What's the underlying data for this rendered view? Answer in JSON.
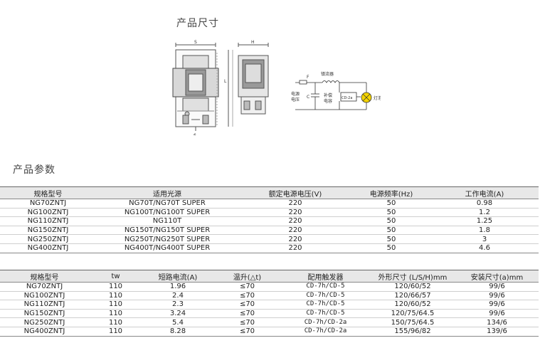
{
  "section1_title": "产品尺寸",
  "section2_title": "产品参数",
  "diagram": {
    "dim_s": "S",
    "dim_h": "H",
    "dim_l": "L",
    "dim_6": "6",
    "label_f": "F",
    "label_ballast": "镇流器",
    "label_voltage_1": "电源",
    "label_voltage_2": "电压",
    "label_c": "C",
    "label_cap_1": "补偿",
    "label_cap_2": "电容",
    "label_ignitor": "CD-2a",
    "label_lamp": "灯泡"
  },
  "table1": {
    "headers": [
      "规格型号",
      "适用光源",
      "额定电源电压(V)",
      "电源频率(Hz)",
      "工作电流(A)"
    ],
    "rows": [
      [
        "NG70ZNTJ",
        "NG70T/NG70T SUPER",
        "220",
        "50",
        "0.98"
      ],
      [
        "NG100ZNTJ",
        "NG100T/NG100T SUPER",
        "220",
        "50",
        "1.2"
      ],
      [
        "NG110ZNTJ",
        "NG110T",
        "220",
        "50",
        "1.25"
      ],
      [
        "NG150ZNTJ",
        "NG150T/NG150T SUPER",
        "220",
        "50",
        "1.8"
      ],
      [
        "NG250ZNTJ",
        "NG250T/NG250T SUPER",
        "220",
        "50",
        "3"
      ],
      [
        "NG400ZNTJ",
        "NG400T/NG400T SUPER",
        "220",
        "50",
        "4.6"
      ]
    ]
  },
  "table2": {
    "headers": [
      "规格型号",
      "tw",
      "短路电流(A)",
      "温升(△t)",
      "配用触发器",
      "外形尺寸 (L/S/H)mm",
      "安装尺寸(a)mm"
    ],
    "rows": [
      [
        "NG70ZNTJ",
        "110",
        "1.96",
        "≤70",
        "CD-7h/CD-5",
        "120/60/52",
        "99/6"
      ],
      [
        "NG100ZNTJ",
        "110",
        "2.4",
        "≤70",
        "CD-7h/CD-5",
        "120/66/57",
        "99/6"
      ],
      [
        "NG110ZNTJ",
        "110",
        "2.3",
        "≤70",
        "CD-7h/CD-5",
        "120/60/52",
        "99/6"
      ],
      [
        "NG150ZNTJ",
        "110",
        "3.24",
        "≤70",
        "CD-7h/CD-5",
        "120/75/64.5",
        "99/6"
      ],
      [
        "NG250ZNTJ",
        "110",
        "5.4",
        "≤70",
        "CD-7h/CD-2a",
        "150/75/64.5",
        "134/6"
      ],
      [
        "NG400ZNTJ",
        "110",
        "8.28",
        "≤70",
        "CD-7h/CD-2a",
        "155/96/82",
        "139/6"
      ]
    ]
  }
}
